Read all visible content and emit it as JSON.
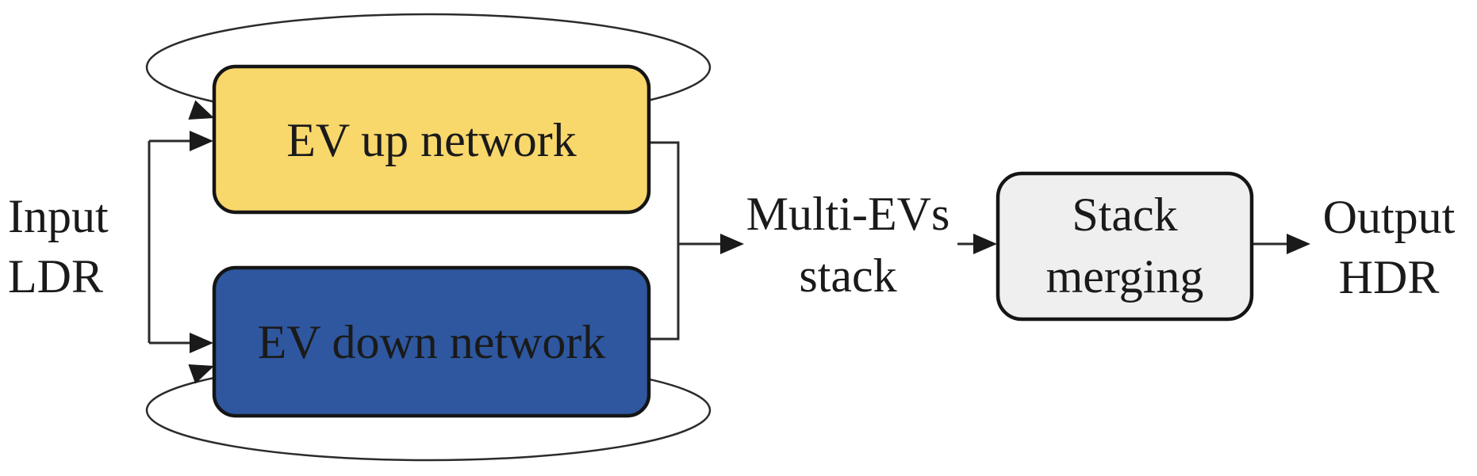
{
  "figure": {
    "background": "#ffffff",
    "line_color": "#2b2b2b",
    "border_color": "#151515",
    "input_label": {
      "line1": "Input",
      "line2": "LDR"
    },
    "ev_up_box": {
      "label": "EV up network",
      "fill": "#f8d76b",
      "text_color": "#151515"
    },
    "ev_down_box": {
      "label": "EV down network",
      "fill": "#2e579f",
      "text_color": "#ffffff"
    },
    "multi_evs_label": {
      "line1": "Multi-EVs",
      "line2": "stack"
    },
    "stack_merging_box": {
      "line1": "Stack",
      "line2": "merging",
      "fill": "#efefef",
      "text_color": "#1a1a1a"
    },
    "output_label": {
      "line1": "Output",
      "line2": "HDR"
    }
  }
}
